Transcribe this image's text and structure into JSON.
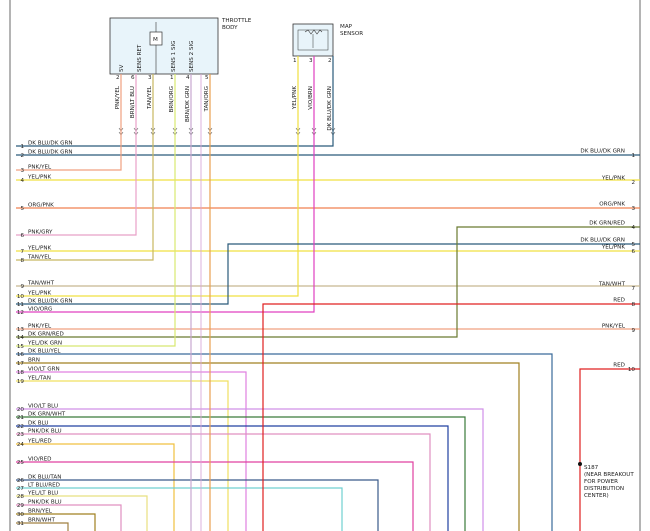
{
  "components": {
    "throttle_body": {
      "title_line1": "THROTTLE",
      "title_line2": "BODY",
      "motor_symbol": "M",
      "pins": [
        "5V",
        "SENS RET",
        "SENS 1 SIG",
        "SENS 2 SIG"
      ],
      "pin_numbers": [
        "2",
        "6",
        "3",
        "1",
        "4",
        "5"
      ]
    },
    "map_sensor": {
      "title_line1": "MAP",
      "title_line2": "SENSOR",
      "pin_numbers": [
        "1",
        "3",
        "2"
      ]
    }
  },
  "vertical_wires": [
    {
      "label": "PNK/YEL",
      "color": "#f0a080"
    },
    {
      "label": "BRN/LT BLU",
      "color": "#e8a0c8"
    },
    {
      "label": "TAN/YEL",
      "color": "#c8b860"
    },
    {
      "label": "BRN/ORG",
      "color": "#d8e870"
    },
    {
      "label": "BRN/DK GRN",
      "color": "#c8a8d0"
    },
    {
      "label": "TAN/ORG",
      "color": "#e8a050"
    },
    {
      "label": "YEL/PNK",
      "color": "#f0e040"
    },
    {
      "label": "VIO/BRN",
      "color": "#e040c0"
    },
    {
      "label": "DK BLU/DK GRN",
      "color": "#2a5a7a"
    }
  ],
  "left_pins": [
    {
      "num": "1",
      "label": "DK BLU/DK GRN",
      "color": "#2a5a7a"
    },
    {
      "num": "2",
      "label": "DK BLU/DK GRN",
      "color": "#2a5a7a"
    },
    {
      "num": "3",
      "label": "PNK/YEL",
      "color": "#f0a080"
    },
    {
      "num": "4",
      "label": "YEL/PNK",
      "color": "#f0e040"
    },
    {
      "num": "5",
      "label": "ORG/PNK",
      "color": "#f08050"
    },
    {
      "num": "6",
      "label": "PNK/GRY",
      "color": "#e8a0c8"
    },
    {
      "num": "7",
      "label": "YEL/PNK",
      "color": "#f0e040"
    },
    {
      "num": "8",
      "label": "TAN/YEL",
      "color": "#c8b860"
    },
    {
      "num": "9",
      "label": "TAN/WHT",
      "color": "#c8b890"
    },
    {
      "num": "10",
      "label": "YEL/PNK",
      "color": "#f0e040"
    },
    {
      "num": "11",
      "label": "DK BLU/DK GRN",
      "color": "#2a5a7a"
    },
    {
      "num": "12",
      "label": "VIO/ORG",
      "color": "#e040c0"
    },
    {
      "num": "13",
      "label": "PNK/YEL",
      "color": "#f0a080"
    },
    {
      "num": "14",
      "label": "DK GRN/RED",
      "color": "#6a7a30"
    },
    {
      "num": "15",
      "label": "YEL/DK GRN",
      "color": "#d8e870"
    },
    {
      "num": "16",
      "label": "DK BLU/YEL",
      "color": "#3a6a9a"
    },
    {
      "num": "17",
      "label": "BRN",
      "color": "#a08020"
    },
    {
      "num": "18",
      "label": "VIO/LT GRN",
      "color": "#e080e0"
    },
    {
      "num": "19",
      "label": "YEL/TAN",
      "color": "#f0e060"
    },
    {
      "num": "20",
      "label": "VIO/LT BLU",
      "color": "#d090e8"
    },
    {
      "num": "21",
      "label": "DK GRN/WHT",
      "color": "#3a7a3a"
    },
    {
      "num": "22",
      "label": "DK BLU",
      "color": "#2040a0"
    },
    {
      "num": "23",
      "label": "PNK/DK BLU",
      "color": "#e090c0"
    },
    {
      "num": "24",
      "label": "YEL/RED",
      "color": "#f0c040"
    },
    {
      "num": "25",
      "label": "VIO/RED",
      "color": "#e040a0"
    },
    {
      "num": "26",
      "label": "DK BLU/TAN",
      "color": "#3a5a8a"
    },
    {
      "num": "27",
      "label": "LT BLU/RED",
      "color": "#70d0d0"
    },
    {
      "num": "28",
      "label": "YEL/LT BLU",
      "color": "#e8e080"
    },
    {
      "num": "29",
      "label": "PNK/DK BLU",
      "color": "#e090c0"
    },
    {
      "num": "30",
      "label": "BRN/YEL",
      "color": "#a08020"
    },
    {
      "num": "31",
      "label": "BRN/WHT",
      "color": "#a08040"
    }
  ],
  "right_pins": [
    {
      "num": "1",
      "label": "DK BLU/DK GRN",
      "color": "#2a5a7a"
    },
    {
      "num": "2",
      "label": "YEL/PNK",
      "color": "#f0e040"
    },
    {
      "num": "3",
      "label": "ORG/PNK",
      "color": "#f08050"
    },
    {
      "num": "4",
      "label": "DK GRN/RED",
      "color": "#6a7a30"
    },
    {
      "num": "5",
      "label": "DK BLU/DK GRN",
      "color": "#2a5a7a"
    },
    {
      "num": "6",
      "label": "YEL/PNK",
      "color": "#f0e040"
    },
    {
      "num": "7",
      "label": "TAN/WHT",
      "color": "#c8b890"
    },
    {
      "num": "8",
      "label": "RED",
      "color": "#e02020"
    },
    {
      "num": "9",
      "label": "PNK/YEL",
      "color": "#f0a080"
    },
    {
      "num": "10",
      "label": "RED",
      "color": "#e02020"
    }
  ],
  "splice": {
    "id": "S187",
    "note_lines": [
      "(NEAR BREAKOUT",
      "FOR POWER",
      "DISTRIBUTION",
      "CENTER)"
    ]
  }
}
